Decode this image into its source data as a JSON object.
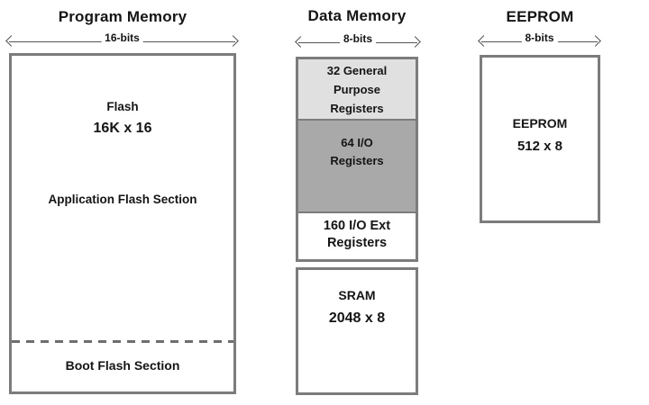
{
  "colors": {
    "border": "#7c7c7c",
    "gprFill": "#e0e0e0",
    "ioFill": "#a9a9a9",
    "arrow": "#555555",
    "dash": "#6e6e6e",
    "text": "#151515"
  },
  "program_memory": {
    "title": "Program Memory",
    "width_label": "16-bits",
    "flash_name": "Flash",
    "flash_size": "16K x 16",
    "app_section_label": "Application Flash Section",
    "boot_section_label": "Boot Flash Section"
  },
  "data_memory": {
    "title": "Data Memory",
    "width_label": "8-bits",
    "gpr": {
      "line1": "32 General",
      "line2": "Purpose",
      "line3": "Registers"
    },
    "io": {
      "line1": "64 I/O",
      "line2": "Registers"
    },
    "io_ext": {
      "line1": "160 I/O Ext",
      "line2": "Registers"
    },
    "sram": {
      "name": "SRAM",
      "size": "2048 x 8"
    }
  },
  "eeprom": {
    "title": "EEPROM",
    "width_label": "8-bits",
    "name": "EEPROM",
    "size": "512 x 8"
  }
}
